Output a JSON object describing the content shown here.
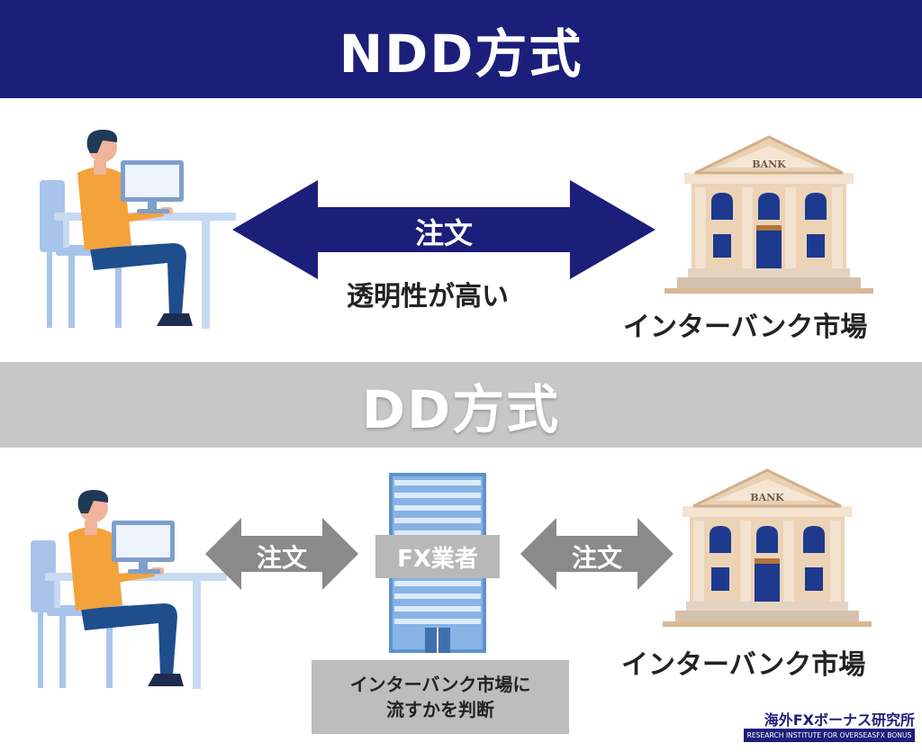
{
  "ndd": {
    "title": "NDD方式",
    "arrow_label": "注文",
    "transparency_text": "透明性が高い",
    "market_label": "インターバンク市場",
    "bank_sign": "BANK"
  },
  "dd": {
    "title": "DD方式",
    "left_arrow_label": "注文",
    "right_arrow_label": "注文",
    "broker_label": "FX業者",
    "judgment_line1": "インターバンク市場に",
    "judgment_line2": "流すかを判断",
    "market_label": "インターバンク市場",
    "bank_sign": "BANK"
  },
  "brand": {
    "name": "海外FXボーナス研究所",
    "tagline": "RESEARCH INSTITUTE FOR OVERSEASFX BONUS"
  },
  "colors": {
    "navy": "#1c1f7a",
    "gray_band": "#c7c7c7",
    "gray_arrow": "#8a8a8a",
    "shirt": "#f4a23b",
    "pants": "#1f4e8c",
    "bank_wall": "#ecd3b6"
  },
  "icons": [
    "person-at-computer-icon",
    "bank-building-icon",
    "office-building-icon"
  ]
}
